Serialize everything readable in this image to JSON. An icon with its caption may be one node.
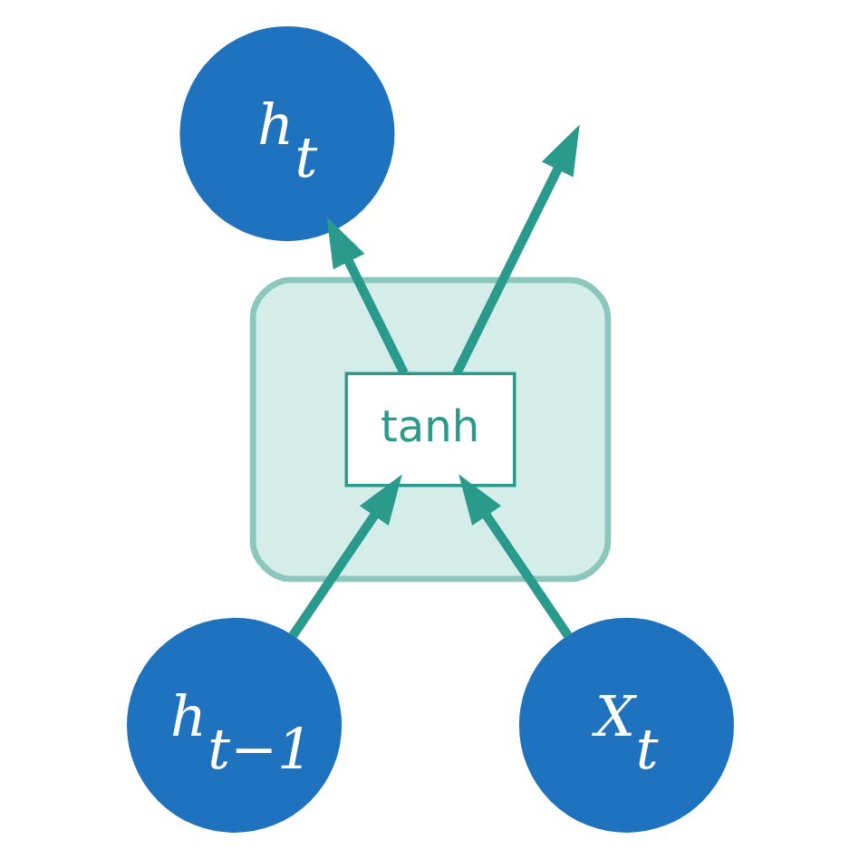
{
  "diagram": {
    "nodes": [
      {
        "text": [
          "h$_{t}$"
        ]
      },
      {
        "text": [],
        "shape": "box"
      },
      {
        "text": [
          "h$_{t−1}$"
        ]
      },
      {
        "text": [
          "tanh"
        ],
        "in": 1
      },
      {
        "text": [
          "X$_{t}$"
        ]
      }
    ],
    "edges": [
      {
        "from": 2,
        "to": 3,
        "arrow": "to"
      },
      {
        "from": 4,
        "to": 3,
        "arrow": "to"
      },
      {
        "from": 3,
        "to": 0,
        "arrow": "to"
      },
      {
        "from": 3,
        "to": null,
        "arrow": "to"
      }
    ]
  }
}
